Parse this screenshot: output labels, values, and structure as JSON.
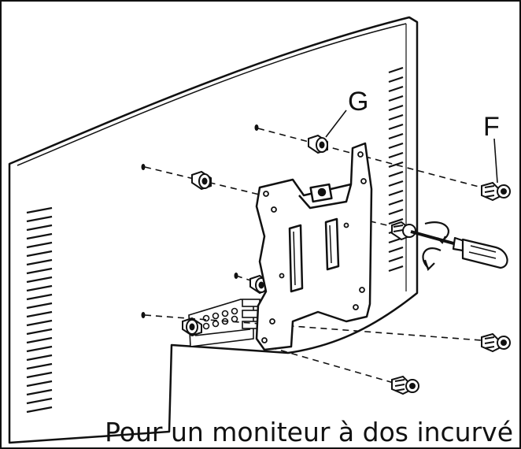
{
  "labels": {
    "spacer": "G",
    "screw": "F"
  },
  "caption": "Pour un moniteur à dos incurvé",
  "colors": {
    "ink": "#111111",
    "paper": "#ffffff"
  },
  "icons": {
    "rotation": "rotate-arrows-icon"
  }
}
